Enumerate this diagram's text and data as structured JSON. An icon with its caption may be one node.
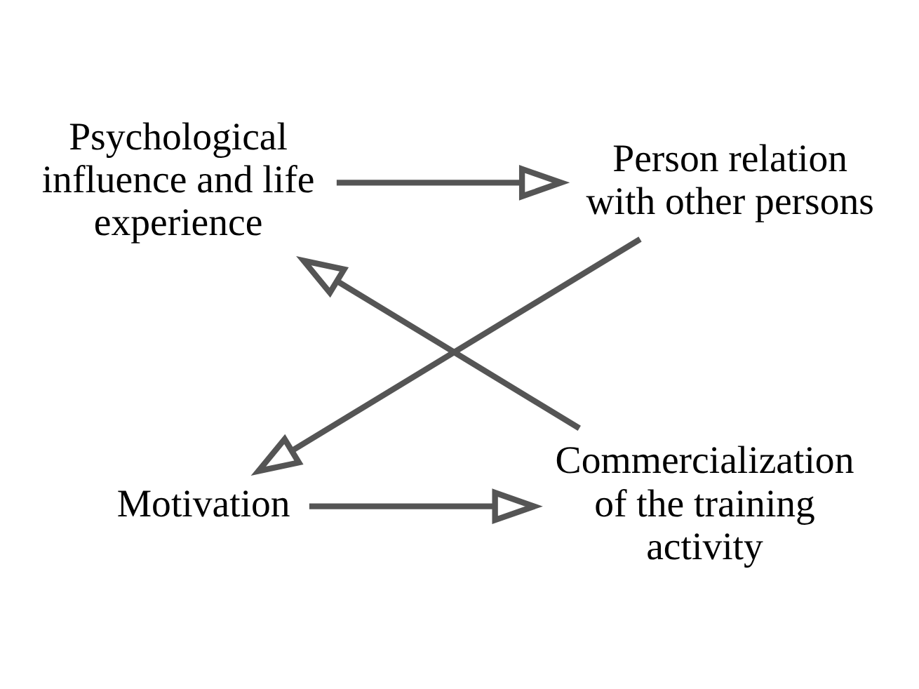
{
  "diagram": {
    "nodes": [
      {
        "text": [
          "Psychological influence and life experience"
        ]
      },
      {
        "text": [
          "Person relation with other persons"
        ]
      },
      {
        "text": [
          "Motivation"
        ]
      },
      {
        "text": [
          "Commercialization of the training activity"
        ]
      }
    ],
    "edges": [
      {
        "from": 0,
        "to": 1,
        "arrow": "to"
      },
      {
        "from": 1,
        "to": 2,
        "arrow": "to"
      },
      {
        "from": 2,
        "to": 3,
        "arrow": "to"
      },
      {
        "from": 3,
        "to": 0,
        "arrow": "to"
      }
    ]
  }
}
